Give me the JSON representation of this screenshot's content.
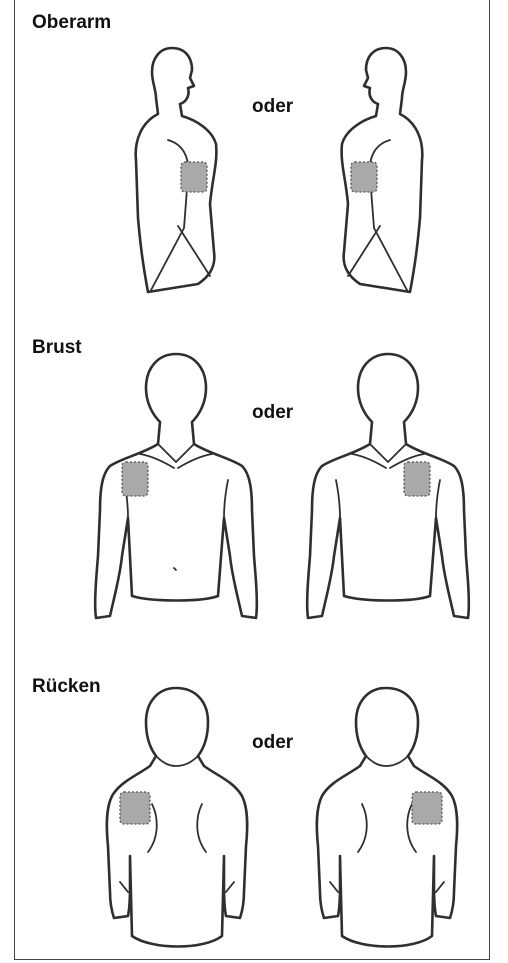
{
  "sections": [
    {
      "label": "Oberarm",
      "connector": "oder"
    },
    {
      "label": "Brust",
      "connector": "oder"
    },
    {
      "label": "Rücken",
      "connector": "oder"
    }
  ],
  "colors": {
    "patch": "#a9a9a9",
    "outline": "#2f2f2f",
    "border": "#444444"
  },
  "icons": [
    "side-profile-figure",
    "front-torso-figure",
    "back-torso-figure",
    "patch-marker"
  ]
}
